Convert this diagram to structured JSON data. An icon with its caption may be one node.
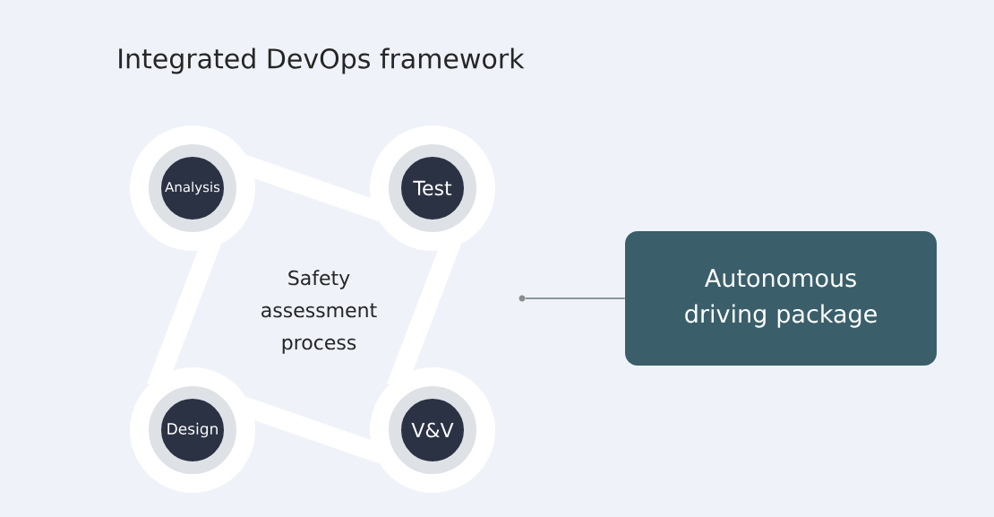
{
  "diagram": {
    "title": "Integrated DevOps framework",
    "nodes": [
      {
        "text": [
          "Safety assessment process"
        ]
      },
      {
        "text": [
          "Analysis"
        ]
      },
      {
        "text": [
          "Test"
        ]
      },
      {
        "text": [
          "Design"
        ]
      },
      {
        "text": [
          "V&V"
        ]
      },
      {
        "text": [
          "Autonomous driving package"
        ]
      },
      {
        "text": [],
        "shape": "circle"
      }
    ],
    "edges": [
      {
        "from": 1,
        "to": 2,
        "arrow": "none"
      },
      {
        "from": 2,
        "to": 4,
        "arrow": "none"
      },
      {
        "from": 4,
        "to": 3,
        "arrow": "none"
      },
      {
        "from": 3,
        "to": 1,
        "arrow": "none"
      },
      {
        "from": 5,
        "to": 6,
        "arrow": "none",
        "color": "#8c979e"
      }
    ]
  }
}
